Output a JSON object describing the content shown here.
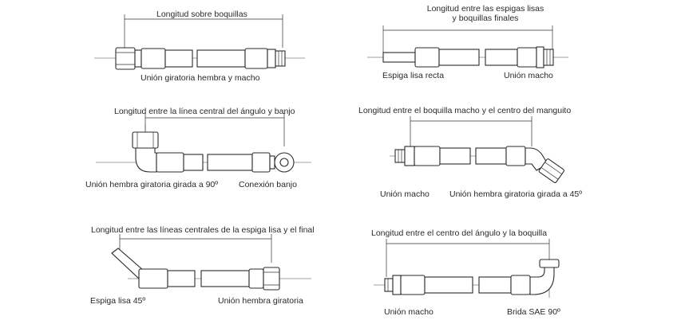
{
  "diagrams": [
    {
      "title": "Longitud sobre boquillas",
      "labels": [
        "Unión giratoria hembra y macho"
      ]
    },
    {
      "title_line1": "Longitud entre las espigas lisas",
      "title_line2": "y boquillas finales",
      "labels": [
        "Espiga lisa recta",
        "Unión macho"
      ]
    },
    {
      "title": "Longitud entre la línea central del ángulo y banjo",
      "labels": [
        "Unión hembra giratoria girada a 90º",
        "Conexión banjo"
      ]
    },
    {
      "title": "Longitud entre el boquilla macho y el centro del manguito",
      "labels": [
        "Unión macho",
        "Unión hembra giratoria girada a 45º"
      ]
    },
    {
      "title": "Longitud entre las líneas centrales de la espiga lisa y el final",
      "labels": [
        "Espiga lisa 45º",
        "Unión hembra giratoria"
      ]
    },
    {
      "title": "Longitud entre el centro del ángulo y la boquilla",
      "labels": [
        "Unión macho",
        "Brida SAE 90º"
      ]
    }
  ]
}
